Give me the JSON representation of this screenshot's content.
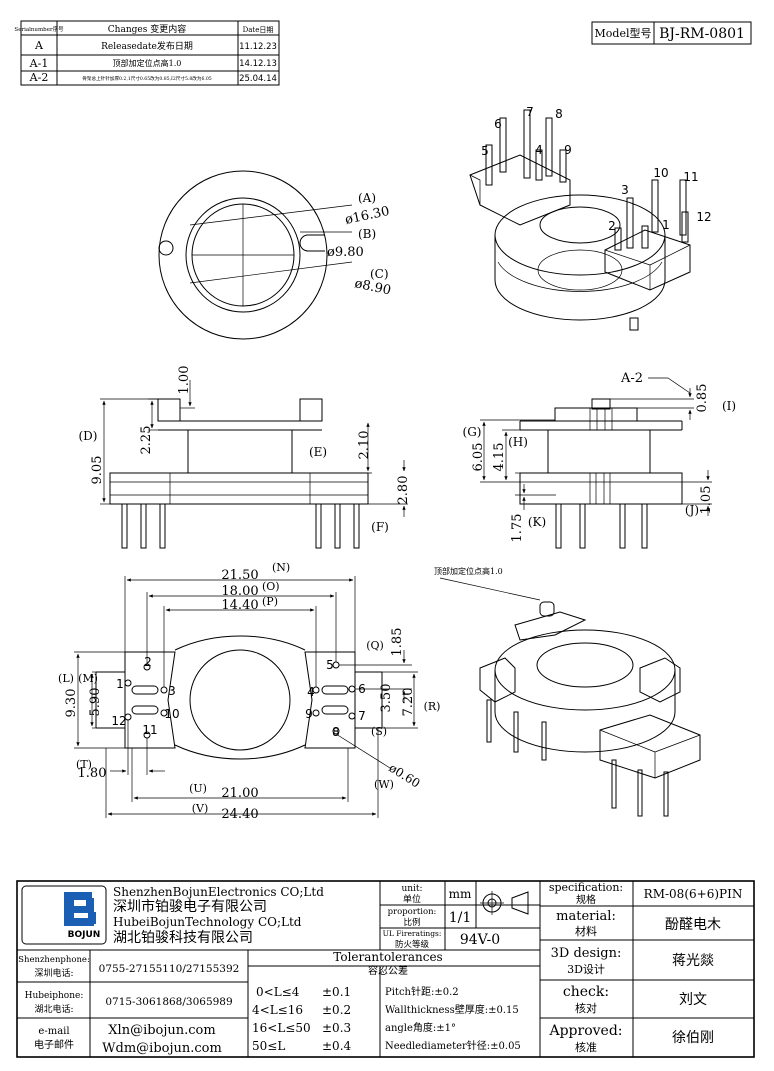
{
  "revision_table": {
    "headers": [
      "Serialnumber序号",
      "Changes 变更内容",
      "Date日期"
    ],
    "rows": [
      {
        "serial": "A",
        "change": "Releasedate发布日期",
        "date": "11.12.23"
      },
      {
        "serial": "A-1",
        "change": "顶部加定位点高1.0",
        "date": "14.12.13"
      },
      {
        "serial": "A-2",
        "change": "骨架总上针针加厚0.2,1尺寸0.65改为0.85,I2尺寸5.8改为6.05",
        "date": "25.04.14"
      }
    ]
  },
  "model": {
    "label": "Model型号",
    "value": "BJ-RM-0801"
  },
  "top_view": {
    "callouts": [
      {
        "letter": "(A)",
        "value": "ø16.30"
      },
      {
        "letter": "(B)",
        "value": "ø9.80"
      },
      {
        "letter": "(C)",
        "value": "ø8.90"
      }
    ]
  },
  "iso_view": {
    "pins": [
      "1",
      "2",
      "3",
      "4",
      "5",
      "6",
      "7",
      "8",
      "9",
      "10",
      "11",
      "12"
    ]
  },
  "front_view": {
    "dims": {
      "d1": "1.00",
      "d2": "2.25",
      "d3": "9.05",
      "d4": "2.10",
      "d5": "2.80"
    },
    "letters": {
      "D": "(D)",
      "E": "(E)",
      "F": "(F)"
    }
  },
  "side_view": {
    "note": "A-2",
    "dims": {
      "i": "0.85",
      "g": "6.05",
      "h": "4.15",
      "k": "1.75",
      "j": "1.05"
    },
    "letters": {
      "I": "(I)",
      "G": "(G)",
      "H": "(H)",
      "K": "(K)",
      "J": "(J)"
    }
  },
  "bottom_view": {
    "dims": {
      "n": "21.50",
      "o": "18.00",
      "p": "14.40",
      "q": "1.85",
      "s1": "3.50",
      "r": "7.20",
      "l": "9.30",
      "m": "5.90",
      "t": "1.80",
      "u": "21.00",
      "v": "24.40",
      "w": "ø0.60"
    },
    "letters": {
      "N": "(N)",
      "O": "(O)",
      "P": "(P)",
      "Q": "(Q)",
      "R": "(R)",
      "S": "(S)",
      "L": "(L)",
      "M": "(M)",
      "T": "(T)",
      "U": "(U)",
      "V": "(V)",
      "W": "(W)"
    },
    "pins": [
      "1",
      "2",
      "3",
      "4",
      "5",
      "6",
      "7",
      "8",
      "9",
      "10",
      "11",
      "12"
    ]
  },
  "iso_note": "顶部加定位点高1.0",
  "title_block": {
    "company_en_1": "ShenzhenBojunElectronics CO;Ltd",
    "company_cn_1": "深圳市铂骏电子有限公司",
    "company_en_2": "HubeiBojunTechnology CO;Ltd",
    "company_cn_2": "湖北铂骏科技有限公司",
    "logo_text": "BOJUN",
    "unit_label": "unit:",
    "unit_label_cn": "单位",
    "unit_value": "mm",
    "proportion_label": "proportion:",
    "proportion_label_cn": "比例",
    "proportion_value": "1/1",
    "ul_label": "UL Fireratings:",
    "ul_label_cn": "防火等级",
    "ul_value": "94V-0",
    "spec_label": "specification:",
    "spec_label_cn": "规格",
    "spec_value": "RM-08(6+6)PIN",
    "material_label": "material:",
    "material_label_cn": "材料",
    "material_value": "酚醛电木",
    "design_label": "3D design:",
    "design_label_cn": "3D设计",
    "design_value": "蒋光燚",
    "check_label": "check:",
    "check_label_cn": "核对",
    "check_value": "刘文",
    "approved_label": "Approved:",
    "approved_label_cn": "核准",
    "approved_value": "徐伯刚",
    "shenzhen_label": "Shenzhenphone:",
    "shenzhen_label_cn": "深圳电话:",
    "shenzhen_phone": "0755-27155110/27155392",
    "hubei_label": "Hubeiphone:",
    "hubei_label_cn": "湖北电话:",
    "hubei_phone": "0715-3061868/3065989",
    "email_label": "e-mail",
    "email_label_cn": "电子邮件",
    "email_1": "Xln@ibojun.com",
    "email_2": "Wdm@ibojun.com",
    "tol_title": "Tolerantolerances",
    "tol_title_cn": "容忍公差",
    "tolerances": [
      {
        "range": "0<L≤4",
        "value": "±0.1"
      },
      {
        "range": "4<L≤16",
        "value": "±0.2"
      },
      {
        "range": "16<L≤50",
        "value": "±0.3"
      },
      {
        "range": "50≤L",
        "value": "±0.4"
      }
    ],
    "tol_pin": "Pitch针距:±0.2",
    "tol_wall": "Wallthickness壁厚度:±0.15",
    "tol_angle": "angle角度:±1°",
    "tol_needle": "Needlediameter针径:±0.05"
  },
  "colors": {
    "logo_blue": "#1a5fb4",
    "line": "#000000"
  }
}
